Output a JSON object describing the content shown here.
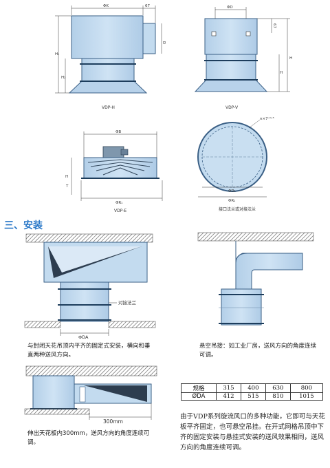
{
  "labels": {
    "phi_k": "ΦK",
    "dim_67": "67",
    "phi_d": "ΦD",
    "phi_b": "ΦB",
    "dim_d_v": "D",
    "h1": "H₁",
    "h2": "H₂",
    "h_left_upper": "H",
    "h_left_lower": "H",
    "h_sub_t": "T",
    "h_sub": "H",
    "dim_67_v": "67",
    "phi_d1": "ΦD₁",
    "phi_r1": "ΦR₁",
    "phi_r1_flange": "ΦR₁",
    "bolt_note": "n×7⁺⁰·⁵",
    "dim_300": "300mm",
    "flange_label": "对接法兰",
    "phi_da": "ΦDA"
  },
  "captions": {
    "vdp_h": "VDP-H",
    "vdp_v": "VDP-V",
    "vdp_e": "VDP-E",
    "flange_cap": "接口法兰或对接法兰"
  },
  "section_title": "三、安装",
  "notes": {
    "fixed_install": "与封闭天花吊顶内平齐的固定式安装，横向和垂直两种送风方向。",
    "hanging_install": "悬空吊接：如工业厂房，送风方向的角度连续可调。",
    "extend_install": "伸出天花板内300mm，送风方向的角度连续可调。"
  },
  "spec_table": {
    "row1_label": "规格",
    "row1_values": [
      "315",
      "400",
      "630",
      "800"
    ],
    "row2_label": "ØDA",
    "row2_values": [
      "412",
      "515",
      "810",
      "1015"
    ]
  },
  "description": "由于VDP系列旋流风口的多种功能，它即可与天花板平齐固定，也可悬空吊挂。在开式网格吊顶中下齐的固定安装与悬挂式安装的送风效果相同，送风方向的角度连续可调。",
  "colors": {
    "body_fill": "#c3dbef",
    "body_stroke": "#3a5f85",
    "accent": "#2a78c8",
    "hatch": "#555555"
  }
}
